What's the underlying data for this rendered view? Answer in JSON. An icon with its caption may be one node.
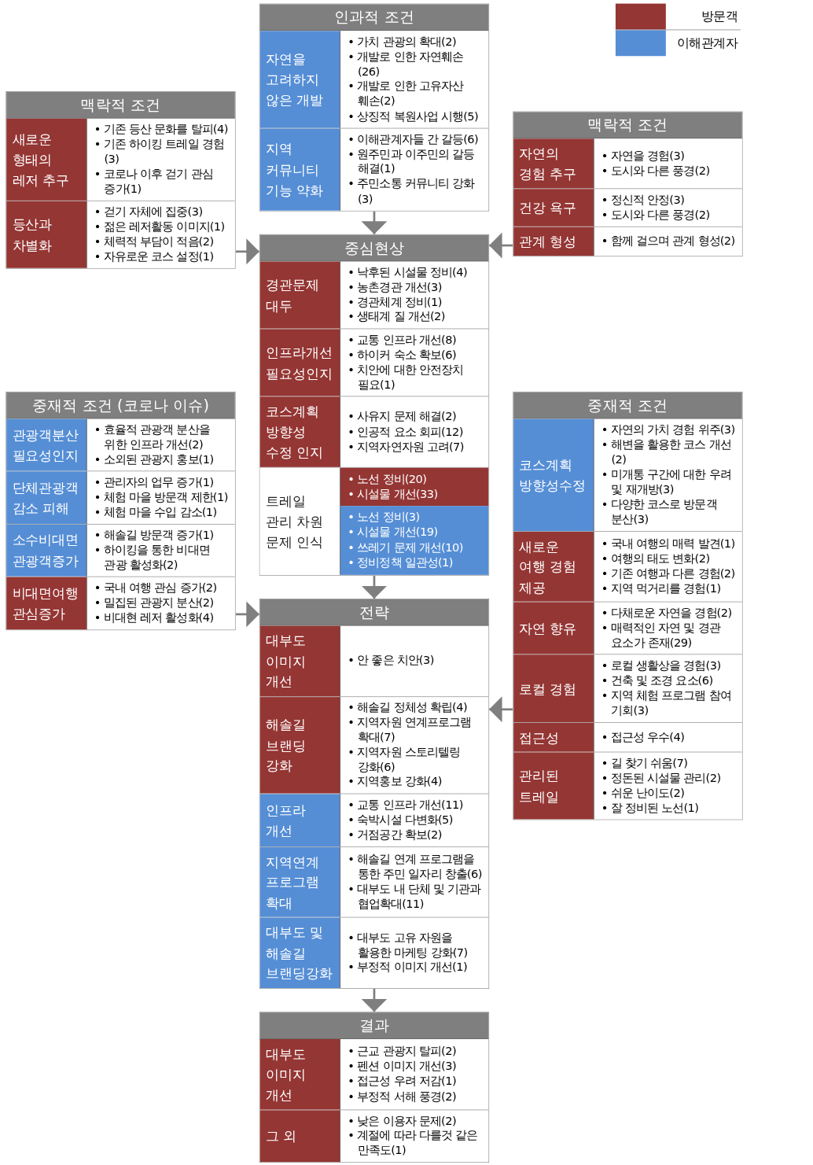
{
  "diagram": {
    "nodes": [
      {
        "text": [
          "맥락적 조건"
        ]
      },
      {
        "text": [
          "새로운 형태의 레저 추구",
          "• 기존 등산 문화를 탈피(4)",
          "• 기존 하이킹 트레일 경험(3)",
          "• 코로나 이후 걷기 관심 증가(1)"
        ],
        "in": 0
      },
      {
        "text": [
          "등산과 차별화",
          "• 걷기 자체에 집중(3)",
          "• 젊은 레저활동 이미지(1)",
          "• 체력적 부담이 적음(2)",
          "• 자유로운 코스 설정(1)"
        ],
        "in": 0
      },
      {
        "text": [
          "인과적 조건"
        ]
      },
      {
        "text": [
          "자연을 고려하지 않은 개발",
          "• 가치 관광의 확대(2)",
          "• 개발로 인한 자연훼손(26)",
          "• 개발로 인한 고유자산 훼손(2)",
          "• 상징적 복원사업 시행(5)"
        ],
        "in": 3
      },
      {
        "text": [
          "지역 커뮤니티 기능 약화",
          "• 이해관계자들 간 갈등(6)",
          "• 원주민과 이주민의 갈등 해결(1)",
          "• 주민소통 커뮤니티 강화(3)"
        ],
        "in": 3
      },
      {
        "text": [
          "맥락적 조건"
        ]
      },
      {
        "text": [
          "자연의 경험 추구",
          "• 자연을 경험(3)",
          "• 도시와 다른 풍경(2)"
        ],
        "in": 6
      },
      {
        "text": [
          "건강 욕구",
          "• 정신적 안정(3)",
          "• 도시와 다른 풍경(2)"
        ],
        "in": 6
      },
      {
        "text": [
          "관계 형성",
          "• 함께 걸으며 관계 형성(2)"
        ],
        "in": 6
      },
      {
        "text": [
          "중심현상"
        ]
      },
      {
        "text": [
          "경관문제 대두",
          "• 낙후된 시설물 정비(4)",
          "• 농촌경관 개선(3)",
          "• 경관체계 정비(1)",
          "• 생태계 질 개선(2)"
        ],
        "in": 10
      },
      {
        "text": [
          "인프라개선 필요성인지",
          "• 교통 인프라 개선(8)",
          "• 하이커 숙소 확보(6)",
          "• 치안에 대한 안전장치 필요(1)"
        ],
        "in": 10
      },
      {
        "text": [
          "코스계획 방향성 수정 인지",
          "• 사유지 문제 해결(2)",
          "• 인공적 요소 회피(12)",
          "• 지역자연자원 고려(7)"
        ],
        "in": 10
      },
      {
        "text": [
          "트레일 관리 차원 문제 인식"
        ],
        "in": 10
      },
      {
        "text": [
          "• 노선 정비(20)",
          "• 시설물 개선(33)"
        ],
        "in": 14
      },
      {
        "text": [
          "• 노선 정비(3)",
          "• 시설물 개선(19)",
          "• 쓰레기 문제 개선(10)",
          "• 정비정책 일관성(1)"
        ],
        "in": 14
      },
      {
        "text": [
          "중재적 조건 (코로나 이슈)"
        ]
      },
      {
        "text": [
          "관광객분산 필요성인지",
          "• 효율적 관광객 분산을 위한 인프라 개선(2)",
          "• 소외된 관광지 홍보(1)"
        ],
        "in": 17
      },
      {
        "text": [
          "단체관광객 감소 피해",
          "• 관리자의 업무 증가(1)",
          "• 체험 마을 방문객 제한(1)",
          "• 체험 마을 수입 감소(1)"
        ],
        "in": 17
      },
      {
        "text": [
          "소수비대면 관광객증가",
          "• 해솔길 방문객 증가(1)",
          "• 하이킹을 통한 비대면 관광 활성화(2)"
        ],
        "in": 17
      },
      {
        "text": [
          "비대면여행 관심증가",
          "• 국내 여행 관심 증가(2)",
          "• 밀집된 관광지 분산(2)",
          "• 비대현 레저 활성화(4)"
        ],
        "in": 17
      },
      {
        "text": [
          "중재적 조건"
        ]
      },
      {
        "text": [
          "코스계획 방향성수정",
          "• 자연의 가치 경험 위주(3)",
          "• 해변을 활용한 코스 개선(2)",
          "• 미개통 구간에 대한 우려 및 재개방(3)",
          "• 다양한 코스로 방문객 분산(3)"
        ],
        "in": 22
      },
      {
        "text": [
          "새로운 여행 경험 제공",
          "• 국내 여행의 매력 발견(1)",
          "• 여행의 태도 변화(2)",
          "• 기존 여행과 다른 경험(2)",
          "• 지역 먹거리를 경험(1)"
        ],
        "in": 22
      },
      {
        "text": [
          "자연 향유",
          "• 다채로운 자연을 경험(2)",
          "• 매력적인 자연 및 경관 요소가 존재(29)"
        ],
        "in": 22
      },
      {
        "text": [
          "로컬 경험",
          "• 로컬 생활상을 경험(3)",
          "• 건축 및 조경 요소(6)",
          "• 지역 체험 프로그램 참여 기회(3)"
        ],
        "in": 22
      },
      {
        "text": [
          "접근성",
          "• 접근성 우수(4)"
        ],
        "in": 22
      },
      {
        "text": [
          "관리된 트레일",
          "• 길 찾기 쉬움(7)",
          "• 정돈된 시설물 관리(2)",
          "• 쉬운 난이도(2)",
          "• 잘 정비된 노선(1)"
        ],
        "in": 22
      },
      {
        "text": [
          "전략"
        ]
      },
      {
        "text": [
          "대부도 이미지 개선",
          "• 안 좋은 치안(3)"
        ],
        "in": 29
      },
      {
        "text": [
          "해솔길 브랜딩 강화",
          "• 해솔길 정체성 확립(4)",
          "• 지역자원 연계프로그램 확대(7)",
          "• 지역자원 스토리텔링 강화(6)",
          "• 지역홍보 강화(4)"
        ],
        "in": 29
      },
      {
        "text": [
          "인프라 개선",
          "• 교통 인프라 개선(11)",
          "• 숙박시설 다변화(5)",
          "• 거점공간 확보(2)"
        ],
        "in": 29
      },
      {
        "text": [
          "지역연계 프로그램 확대",
          "• 해솔길 연계 프로그램을 통한 주민 일자리 창출(6)",
          "• 대부도 내 단체 및 기관과 협업확대(11)"
        ],
        "in": 29
      },
      {
        "text": [
          "대부도 및 해솔길 브랜딩강화",
          "• 대부도 고유 자원을 활용한 마케팅 강화(7)",
          "• 부정적 이미지 개선(1)"
        ],
        "in": 29
      },
      {
        "text": [
          "결과"
        ]
      },
      {
        "text": [
          "대부도 이미지 개선",
          "• 근교 관광지 탈피(2)",
          "• 펜션 이미지 개선(3)",
          "• 접근성 우려 저감(1)",
          "• 부정적 서해 풍경(2)"
        ],
        "in": 35
      },
      {
        "text": [
          "그 외",
          "• 낮은 이용자 문제(2)",
          "• 계절에 따라 다를것 같은 만족도(1)"
        ],
        "in": 35
      }
    ],
    "edges": [
      {
        "from": 3,
        "to": 10,
        "arrow": "to"
      },
      {
        "from": 0,
        "to": 10,
        "arrow": "to"
      },
      {
        "from": 6,
        "to": 10,
        "arrow": "to"
      },
      {
        "from": 10,
        "to": 29,
        "arrow": "to"
      },
      {
        "from": 17,
        "to": 29,
        "arrow": "to"
      },
      {
        "from": 22,
        "to": 29,
        "arrow": "to"
      },
      {
        "from": 29,
        "to": 35,
        "arrow": "to"
      }
    ],
    "legend": [
      {
        "text": "방문객",
        "color": "#943634"
      },
      {
        "text": "이해관계자",
        "color": "#558ed5"
      }
    ]
  }
}
